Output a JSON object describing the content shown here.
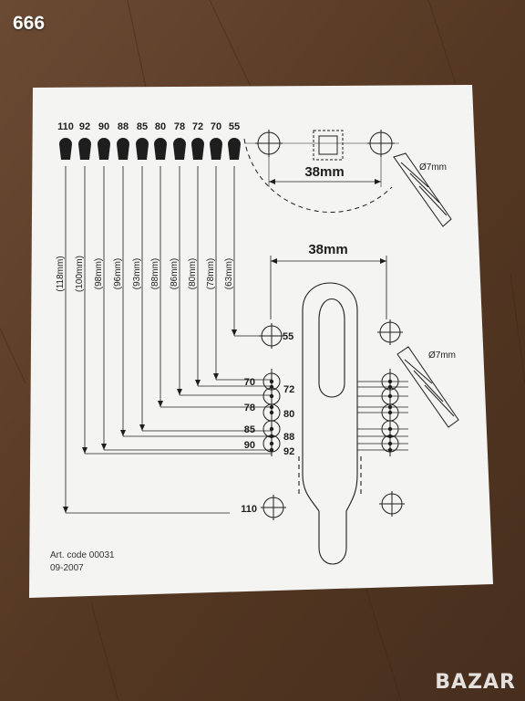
{
  "corner_label": "666",
  "watermark": "BAZAR",
  "colors": {
    "table": "#5a3c28",
    "paper": "#f4f4f2",
    "ink": "#1e1e1e",
    "brand": "#ffffff"
  },
  "diagram": {
    "key_sizes": [
      "110",
      "92",
      "90",
      "88",
      "85",
      "80",
      "78",
      "72",
      "70",
      "55"
    ],
    "lengths": [
      "(118mm)",
      "(100mm)",
      "(98mm)",
      "(96mm)",
      "(93mm)",
      "(88mm)",
      "(86mm)",
      "(80mm)",
      "(78mm)",
      "(63mm)"
    ],
    "width_top": "38mm",
    "width_middle": "38mm",
    "drill_top": "Ø7mm",
    "drill_middle": "Ø7mm",
    "hole_labels": [
      "55",
      "70",
      "72",
      "78",
      "80",
      "85",
      "88",
      "90",
      "92",
      "110"
    ]
  },
  "art_code": "Art. code 00031",
  "date": "09-2007"
}
